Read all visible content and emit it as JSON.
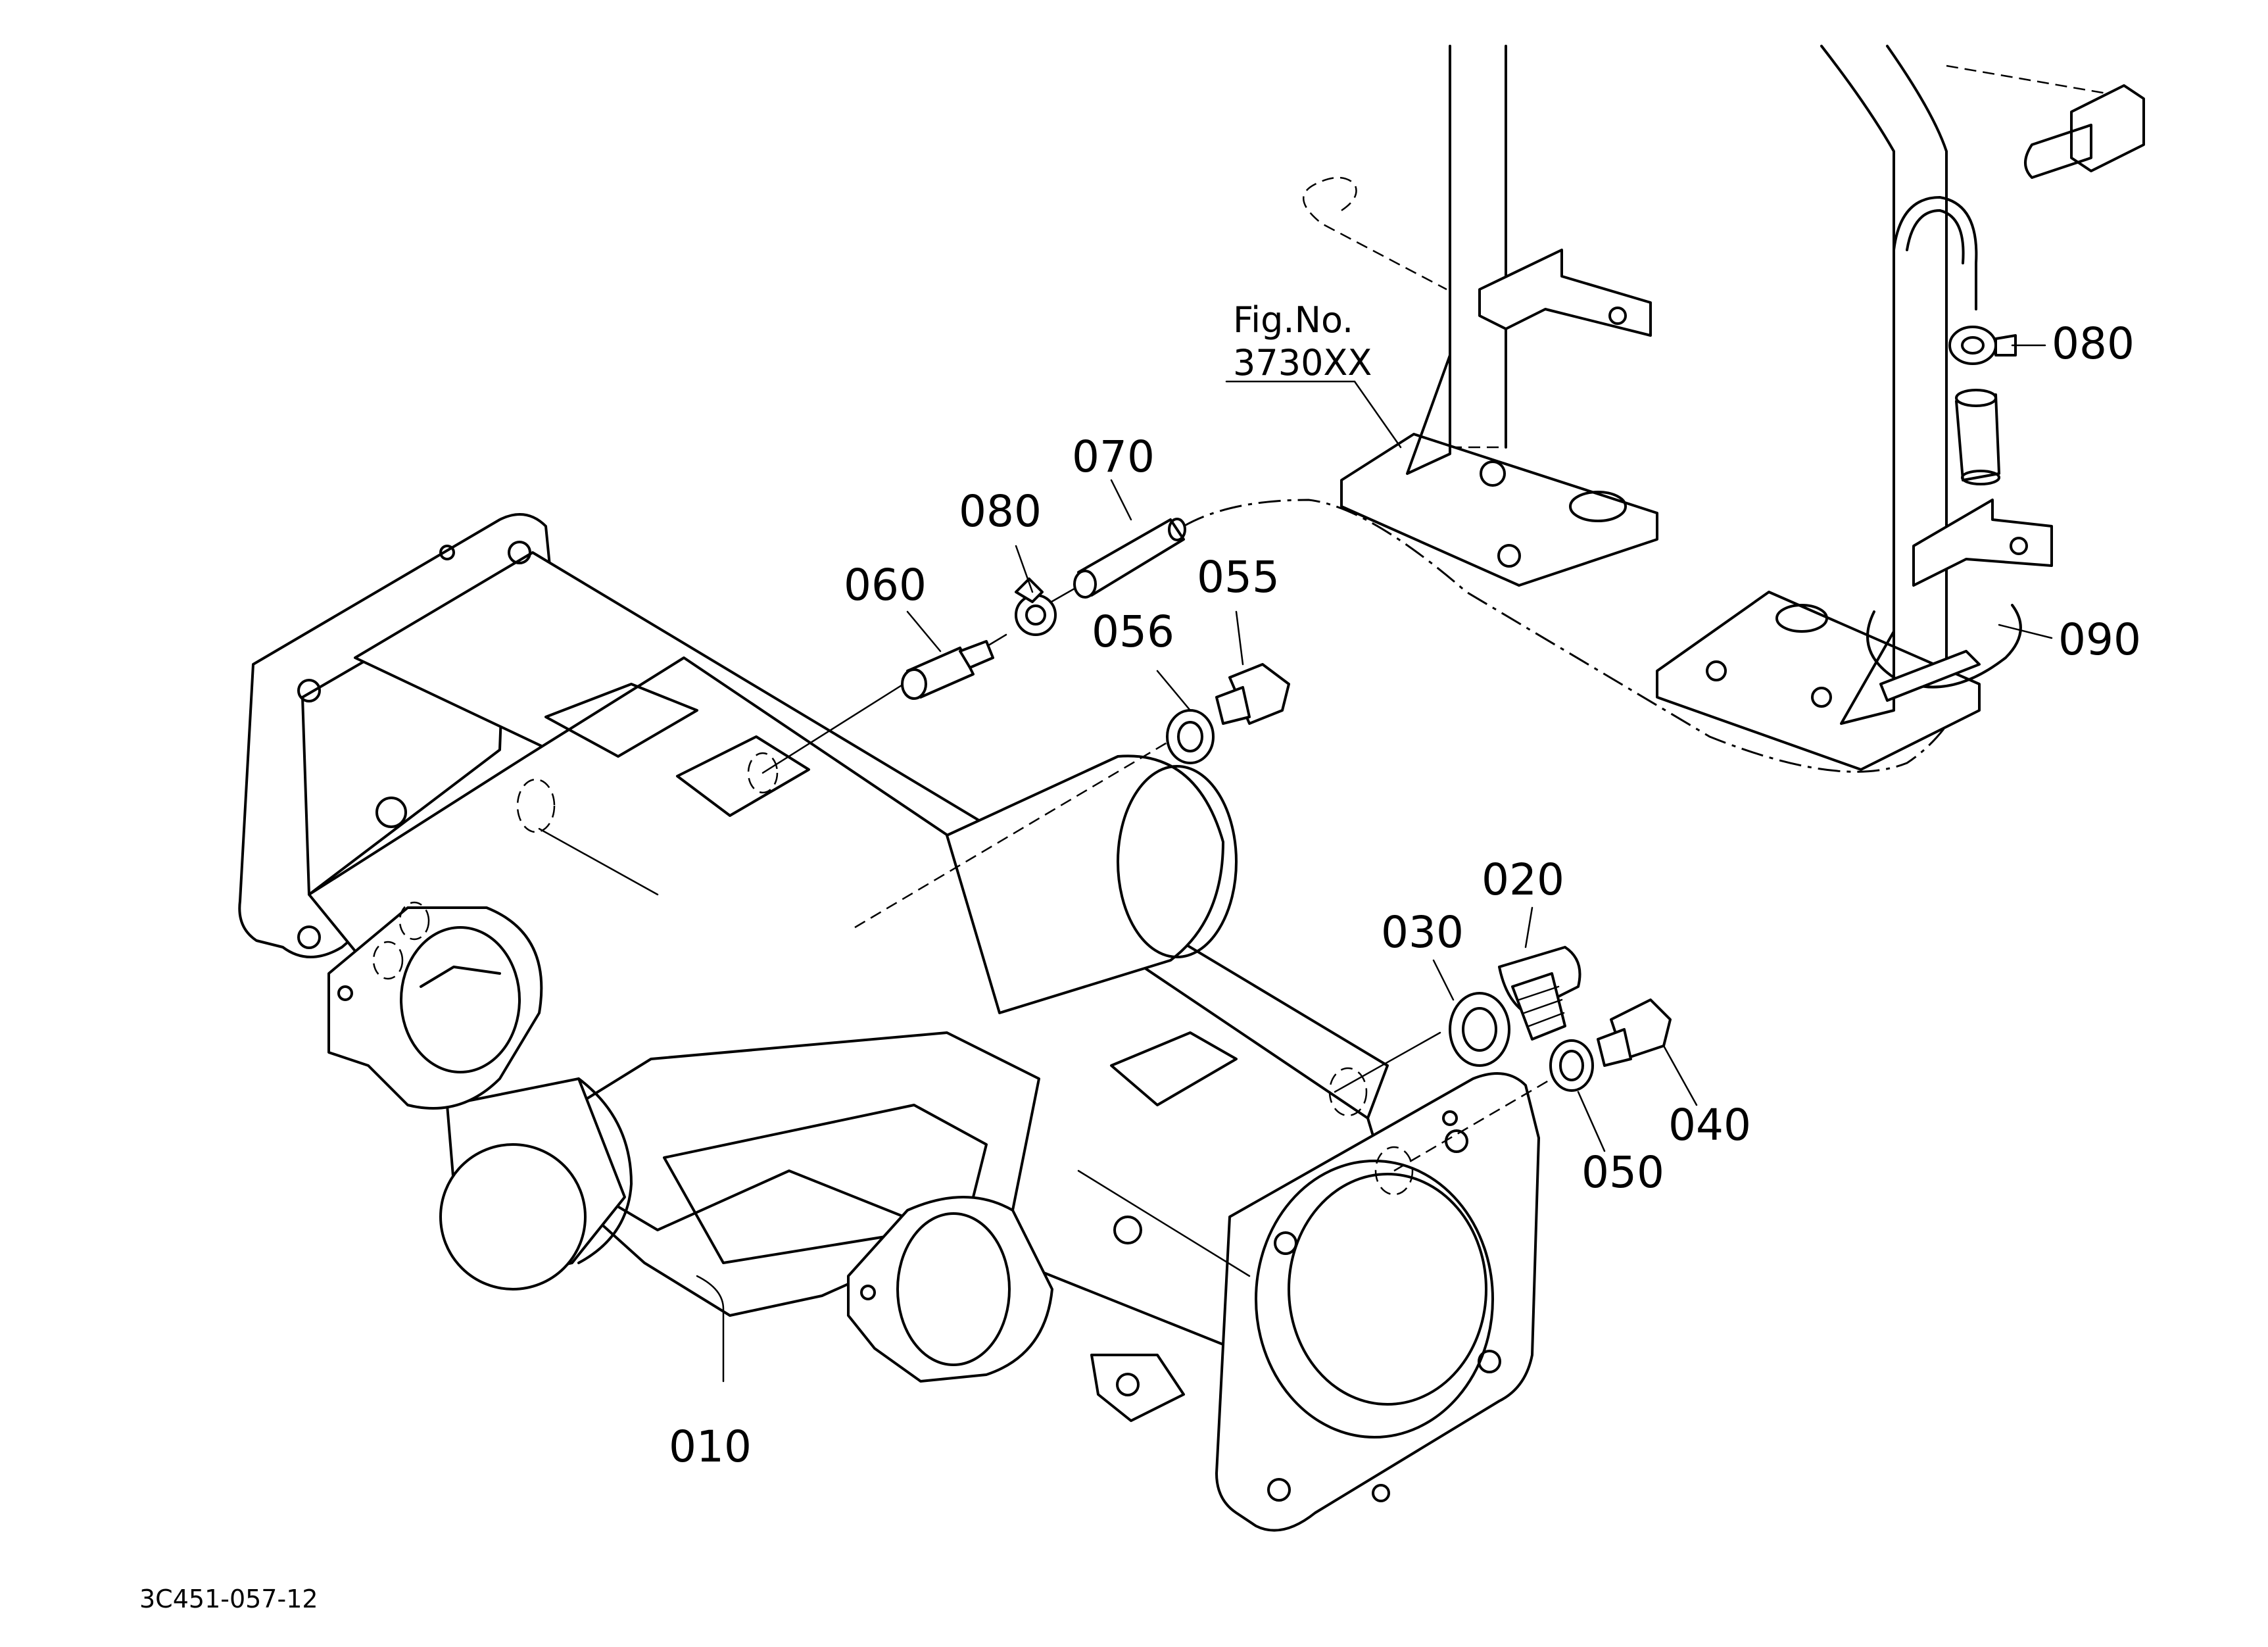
{
  "labels": {
    "p010": "010",
    "p020": "020",
    "p030": "030",
    "p040": "040",
    "p050": "050",
    "p055": "055",
    "p056": "056",
    "p060": "060",
    "p070": "070",
    "p080a": "080",
    "p080b": "080",
    "p090": "090"
  },
  "fig_ref": {
    "line1": "Fig.No.",
    "line2": "3730XX"
  },
  "drawing_code": "3C451-057-12"
}
